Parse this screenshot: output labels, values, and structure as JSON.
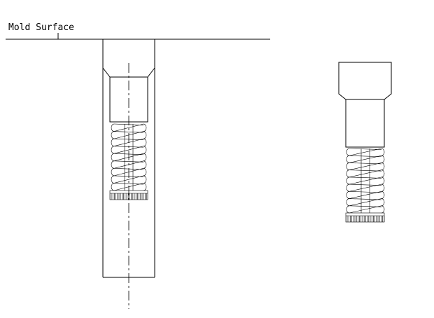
{
  "label": "Mold Surface",
  "views": [
    {
      "name": "assembled-in-bore"
    },
    {
      "name": "separate-part"
    }
  ],
  "colors": {
    "stroke": "#000000",
    "background": "#ffffff"
  }
}
